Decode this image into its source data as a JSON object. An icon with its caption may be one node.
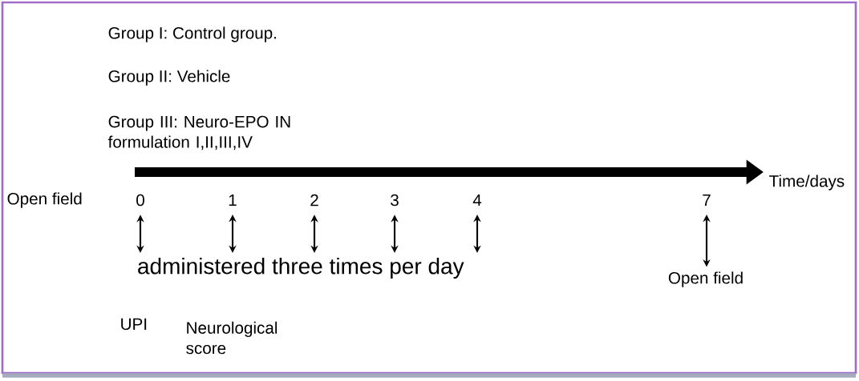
{
  "diagram": {
    "nodes": [
      {
        "text": [
          "0"
        ]
      },
      {
        "text": [
          "1"
        ]
      },
      {
        "text": [
          "2"
        ]
      },
      {
        "text": [
          "3"
        ]
      },
      {
        "text": [
          "4"
        ]
      },
      {
        "text": [
          "7"
        ]
      },
      {
        "text": [
          "administered three times per day"
        ]
      },
      {
        "text": [
          "Open field"
        ]
      }
    ],
    "edges": [
      {
        "from": 0,
        "to": 6,
        "arrow": "both"
      },
      {
        "from": 1,
        "to": 6,
        "arrow": "both"
      },
      {
        "from": 2,
        "to": 6,
        "arrow": "both"
      },
      {
        "from": 3,
        "to": 6,
        "arrow": "both"
      },
      {
        "from": 4,
        "to": 6,
        "arrow": "both"
      },
      {
        "from": 5,
        "to": 7,
        "arrow": "both"
      }
    ],
    "labels": [
      "Group I: Control group.",
      "Group II: Vehicle",
      "Group III: Neuro-EPO IN formulation I,II,III,IV",
      "Time/days",
      "Open field",
      "UPI",
      "Neurological score"
    ]
  }
}
